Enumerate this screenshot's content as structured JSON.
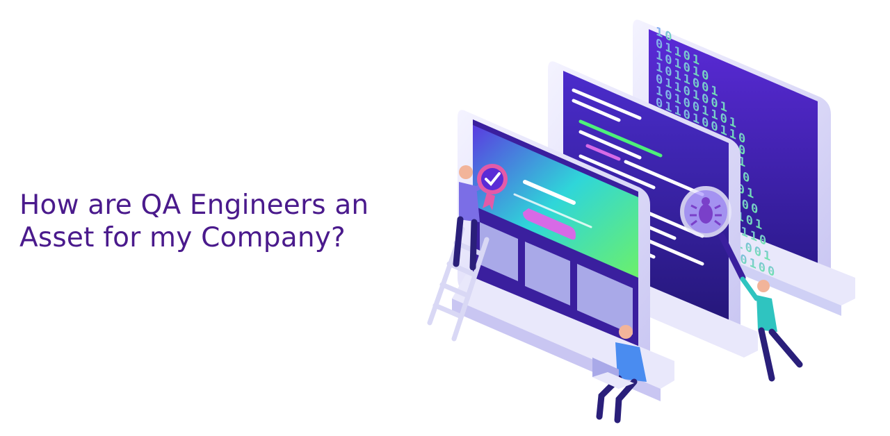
{
  "headline": {
    "line1": "How are QA Engineers an",
    "line2": "Asset for my Company?",
    "color": "#4a1a8c"
  },
  "illustration": {
    "binary_rows": [
      "10",
      "01101",
      "101010",
      "1011001",
      "01101001",
      "101001101",
      "0110100110",
      "1010011010",
      "0110101011",
      "1011010010",
      "0101101101",
      "1011010100",
      "0110101101",
      "1010010110",
      "0101101001",
      "1010110100"
    ],
    "accent_colors": {
      "purple": "#5a2bd6",
      "violet": "#3a1f9e",
      "cyan": "#2fd6d9",
      "green": "#4ef07a",
      "pink": "#d76ae6"
    },
    "icons": [
      "certificate-check-icon",
      "bug-icon",
      "magnifier-icon",
      "laptop-icon"
    ]
  }
}
